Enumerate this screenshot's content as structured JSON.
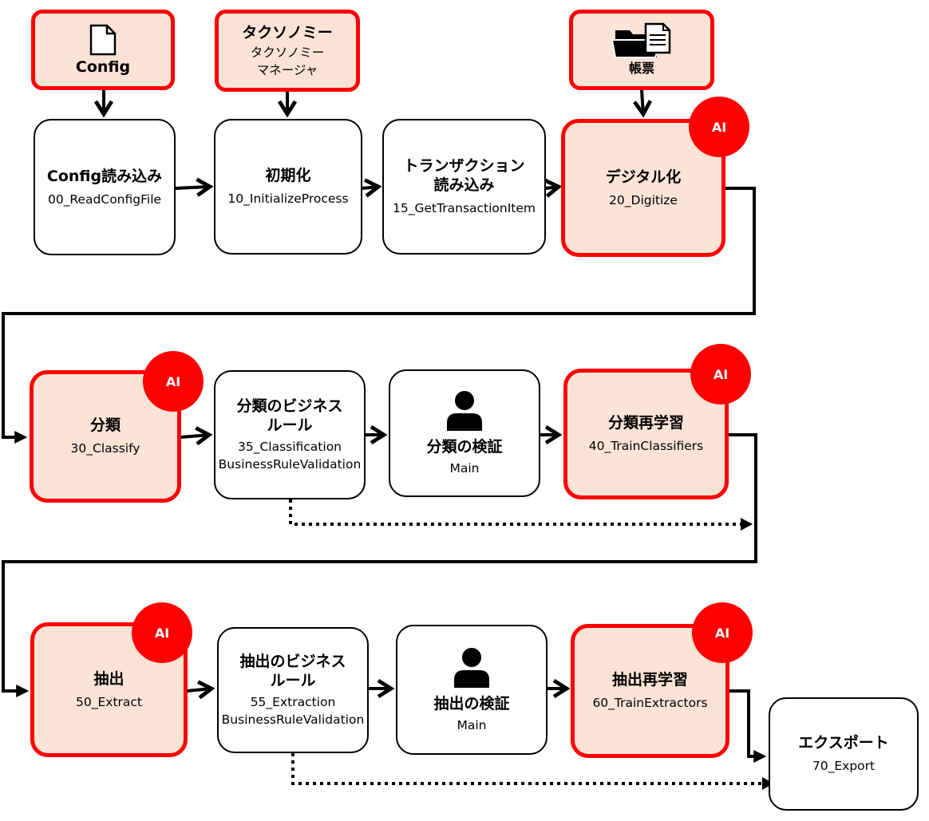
{
  "sources": {
    "config": {
      "label": "Config"
    },
    "taxonomy": {
      "title": "タクソノミー",
      "sub": "タクソノミー\nマネージャ"
    },
    "documents": {
      "label": "帳票"
    }
  },
  "steps": {
    "read_config": {
      "title": "Config読み込み",
      "sub": "00_ReadConfigFile"
    },
    "initialize": {
      "title": "初期化",
      "sub": "10_InitializeProcess"
    },
    "get_transaction": {
      "title": "トランザクション\n読み込み",
      "sub": "15_GetTransactionItem"
    },
    "digitize": {
      "title": "デジタル化",
      "sub": "20_Digitize"
    },
    "classify": {
      "title": "分類",
      "sub": "30_Classify"
    },
    "classification_rules": {
      "title": "分類のビジネス\nルール",
      "sub": "35_Classification\nBusinessRuleValidation"
    },
    "classification_validation": {
      "title": "分類の検証",
      "sub": "Main"
    },
    "train_classifiers": {
      "title": "分類再学習",
      "sub": "40_TrainClassifiers"
    },
    "extract": {
      "title": "抽出",
      "sub": "50_Extract"
    },
    "extraction_rules": {
      "title": "抽出のビジネス\nルール",
      "sub": "55_Extraction\nBusinessRuleValidation"
    },
    "extraction_validation": {
      "title": "抽出の検証",
      "sub": "Main"
    },
    "train_extractors": {
      "title": "抽出再学習",
      "sub": "60_TrainExtractors"
    },
    "export": {
      "title": "エクスポート",
      "sub": "70_Export"
    }
  },
  "badge_label": "AI",
  "colors": {
    "ai_fill": "#fbe3d6",
    "ai_border": "#ff0000",
    "badge": "#ff0000",
    "line": "#000000"
  }
}
